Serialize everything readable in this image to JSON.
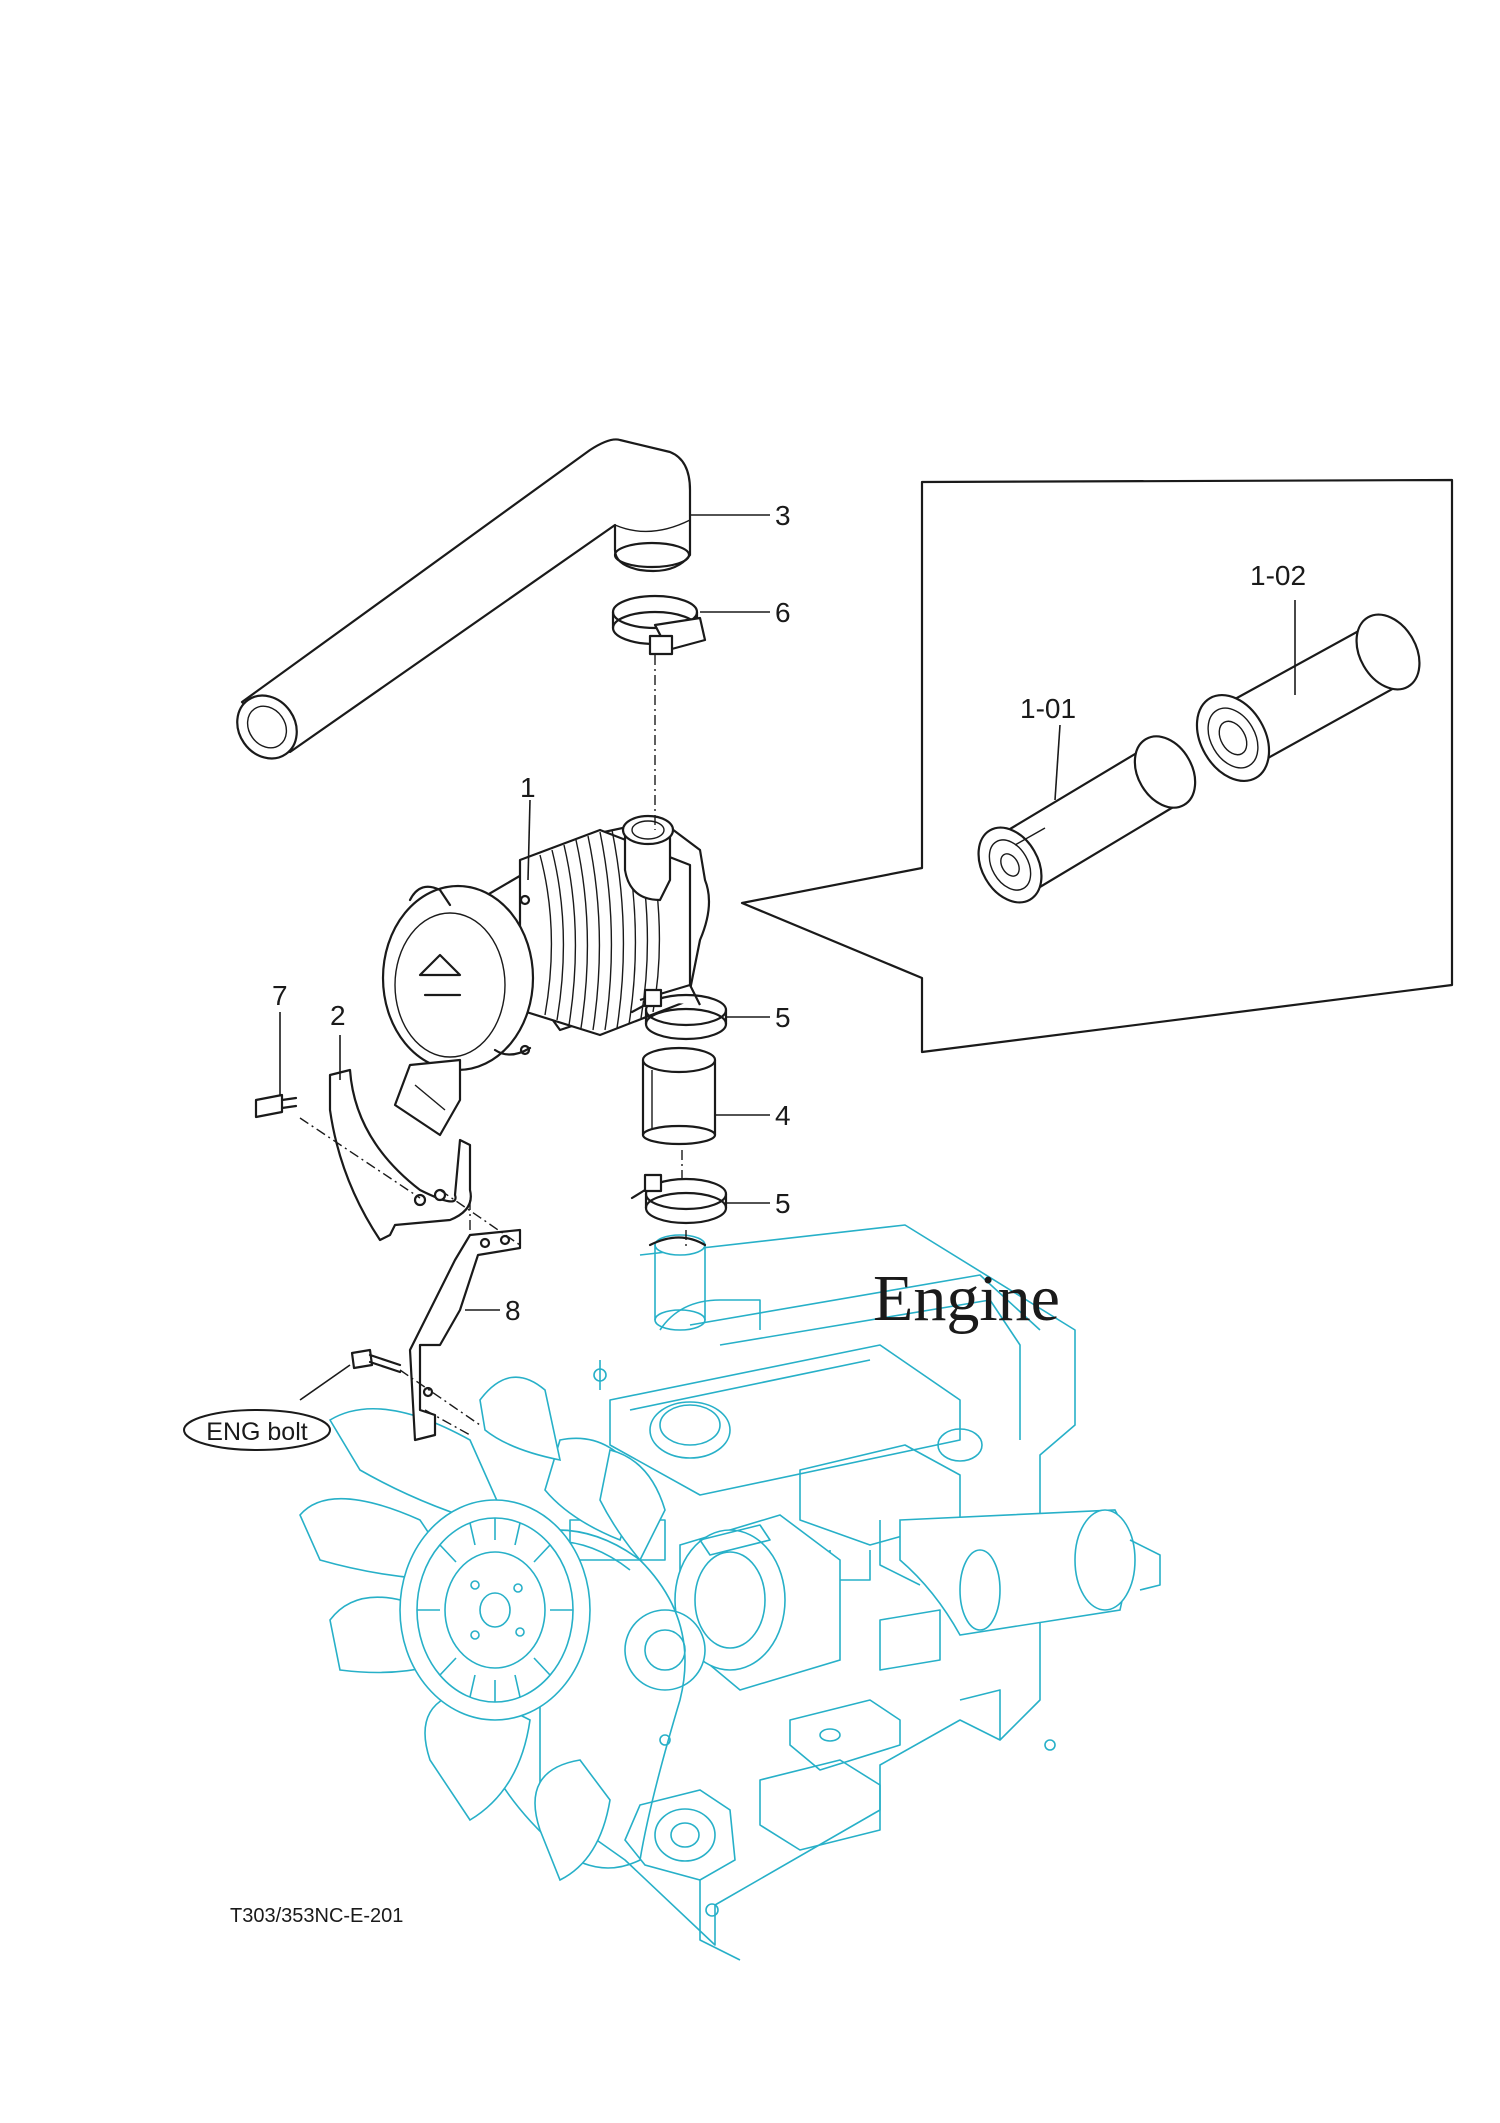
{
  "callouts": {
    "air_cleaner": "1",
    "bracket": "2",
    "intake_hose": "3",
    "connector_hose": "4",
    "clamp_upper": "5",
    "clamp_lower": "5",
    "hose_clamp": "6",
    "bolt": "7",
    "stay": "8",
    "outer_element": "1-01",
    "inner_element": "1-02"
  },
  "engine_label": "Engine",
  "eng_bolt_label": "ENG bolt",
  "drawing_code": "T303/353NC-E-201",
  "colors": {
    "line_art": "#1a1a1a",
    "engine_outline": "#27b0c8",
    "background": "#ffffff"
  }
}
